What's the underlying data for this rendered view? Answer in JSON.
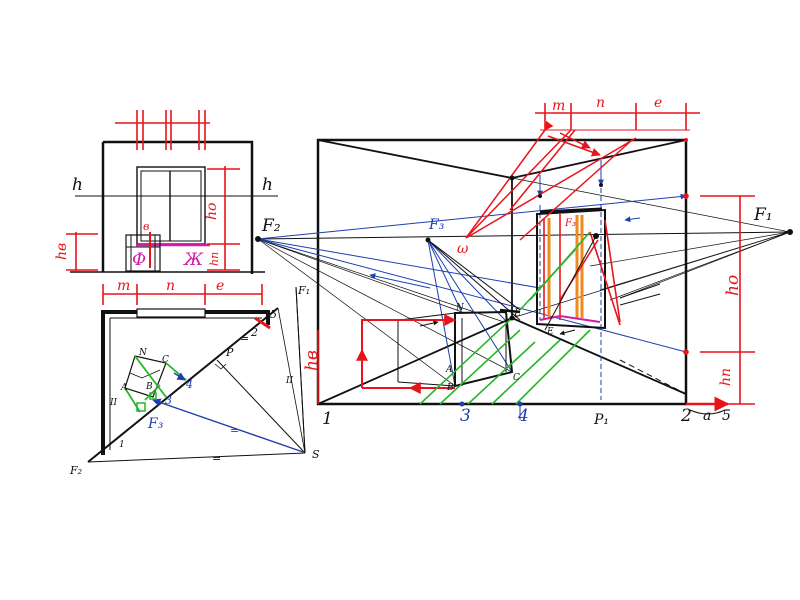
{
  "colors": {
    "ink": "#111111",
    "red": "#e8141a",
    "blue": "#1d3fb0",
    "green": "#27b52a",
    "magenta": "#d21ca8",
    "orange": "#f08a1c",
    "grey": "#8a8a8a"
  },
  "elevation": {
    "h_left": "h",
    "h_right": "h",
    "h_b": "hв",
    "h_o": "hо",
    "h_p": "hп",
    "b_label": "в",
    "phi_label": "Ф",
    "zh_label": "Ж"
  },
  "plan": {
    "dim_m": "m",
    "dim_n": "n",
    "dim_e": "e",
    "f1": "F₁",
    "f2": "F₂",
    "s": "S",
    "p": "P",
    "f3": "F₃",
    "pt_2": "2",
    "pt_5": "5",
    "pt_N": "N",
    "pt_C": "C",
    "pt_A": "A",
    "pt_B": "B",
    "pt_4": "4",
    "pt_3": "3",
    "pt_1": "1",
    "tick_ii_left": "II",
    "tick_ii_right": "II",
    "tick_eq_top": "=",
    "tick_eq_mid": "=",
    "tick_eq_bot": "="
  },
  "perspective": {
    "dim_m": "m",
    "dim_n": "n",
    "dim_e": "e",
    "f1": "F₁",
    "f2": "F₂",
    "f3": "F₃",
    "f3_small": "F₃",
    "omega": "ω",
    "h_o": "hо",
    "h_p": "hп",
    "h_b": "hв",
    "pt_1": "1",
    "pt_2": "2",
    "pt_3": "3",
    "pt_4": "4",
    "pt_5": "5",
    "pt_a": "a",
    "p1": "P₁",
    "pt_N": "N",
    "pt_C": "C",
    "pt_A": "A",
    "pt_B": "B",
    "pt_E": "E",
    "pt_L": "L"
  }
}
